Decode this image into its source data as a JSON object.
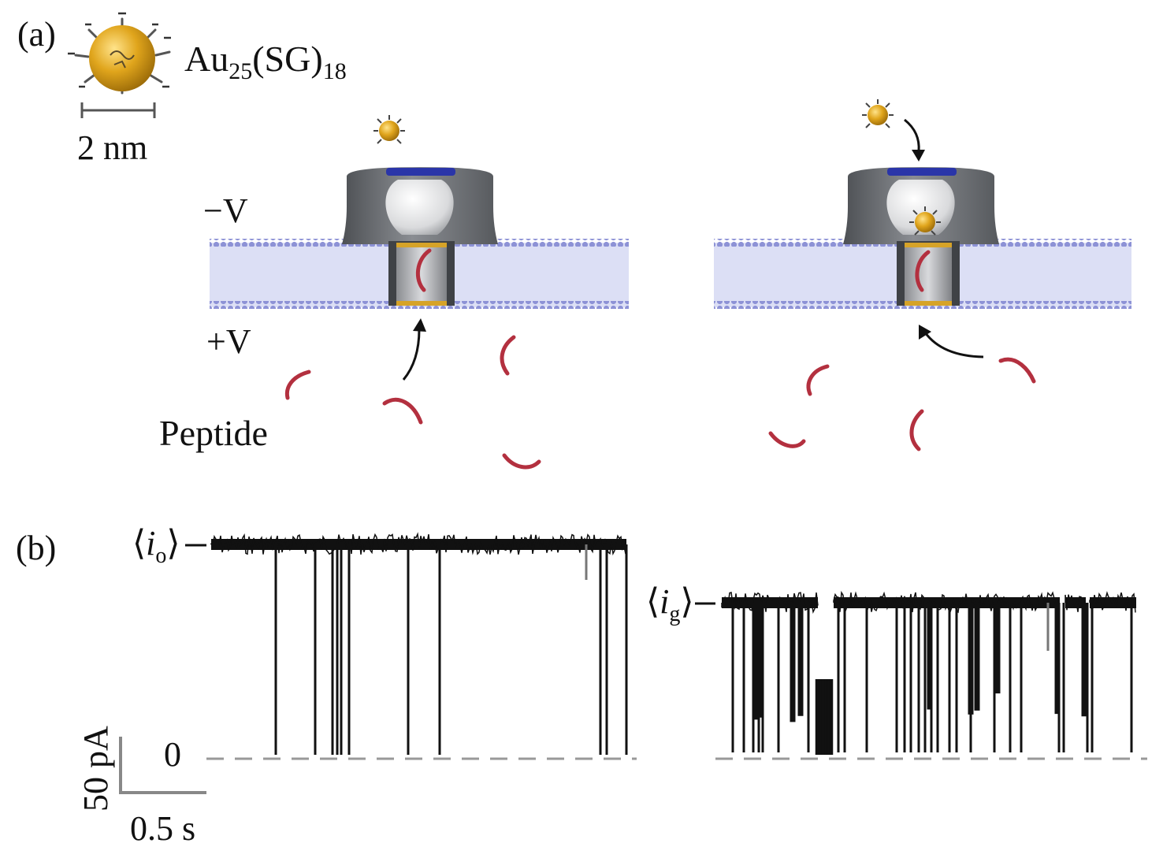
{
  "panel_a": {
    "label": "(a)",
    "nanocluster": {
      "formula_base": "Au",
      "formula_sub1": "25",
      "formula_mid": "(SG)",
      "formula_sub2": "18",
      "scale_bar_label": "2 nm"
    },
    "voltage_top": "−V",
    "voltage_bottom": "+V",
    "peptide_label": "Peptide"
  },
  "panel_b": {
    "label": "(b)",
    "open_level_base": "i",
    "open_level_sub": "o",
    "gold_level_base": "i",
    "gold_level_sub": "g",
    "zero_label": "0",
    "scale_y_label": "50 pA",
    "scale_x_label": "0.5 s"
  },
  "colors": {
    "gold": "#d9a21a",
    "peptide": "#b3303f",
    "pore": "#6e7175",
    "membrane": "#d9dcf4",
    "lipid_head": "#8d92d6",
    "trace": "#111111",
    "baseline": "#999999"
  }
}
